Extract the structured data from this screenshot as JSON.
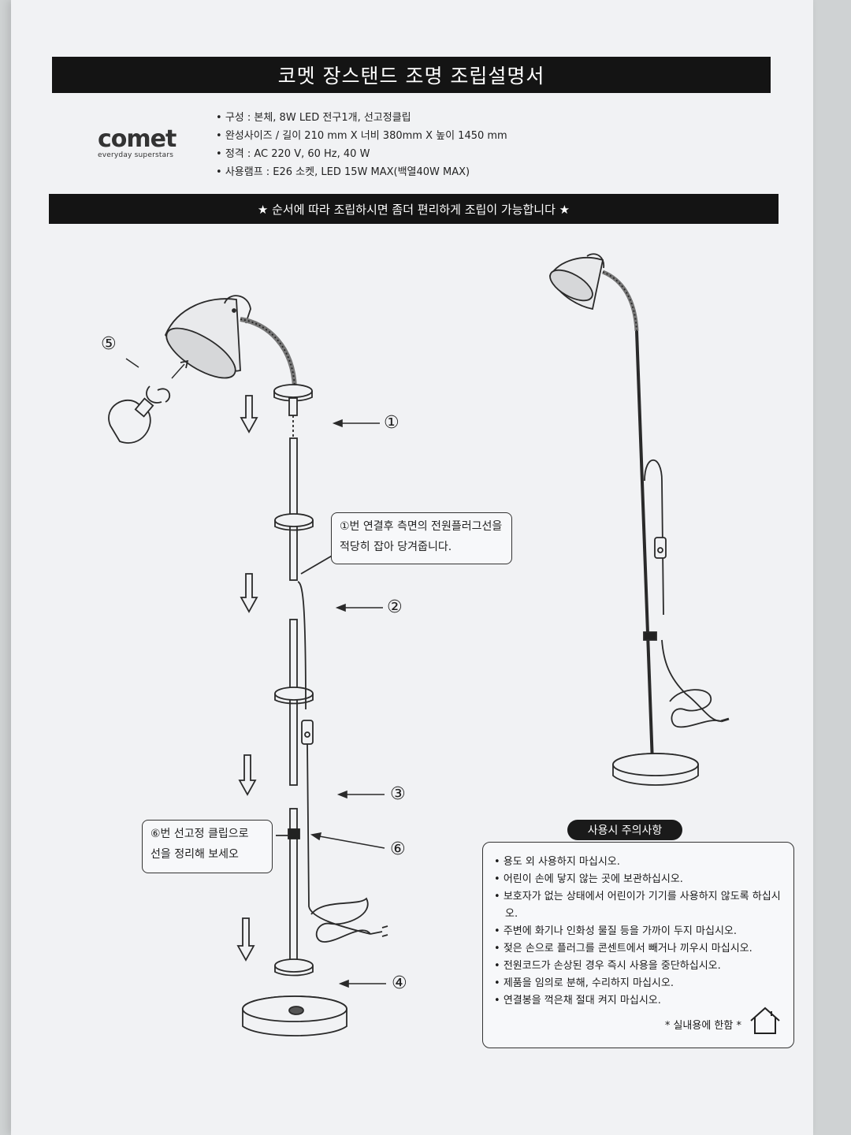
{
  "title": "코멧 장스탠드 조명 조립설명서",
  "brand": {
    "name": "comet",
    "tagline": "everyday superstars"
  },
  "specs": [
    "구성 : 본체, 8W LED 전구1개, 선고정클립",
    "완성사이즈 / 길이 210 mm X 너비 380mm X 높이 1450 mm",
    "정격 : AC 220 V, 60 Hz, 40 W",
    "사용램프 : E26 소켓, LED 15W MAX(백열40W MAX)"
  ],
  "notice": "★ 순서에 따라 조립하시면 좀더 편리하게 조립이 가능합니다 ★",
  "steps": {
    "s1": "①",
    "s2": "②",
    "s3": "③",
    "s4": "④",
    "s5": "⑤",
    "s6": "⑥"
  },
  "callouts": {
    "cord_line1": "①번 연결후 측면의 전원플러그선을",
    "cord_line2": "적당히 잡아 당겨줍니다.",
    "clip_line1": "⑥번 선고정 클립으로",
    "clip_line2": "선을 정리해 보세오"
  },
  "caution": {
    "label": "사용시 주의사항",
    "items": [
      "용도 외 사용하지 마십시오.",
      "어린이 손에 닿지 않는 곳에 보관하십시오.",
      "보호자가 없는 상태에서 어린이가 기기를 사용하지 않도록 하십시오.",
      "주변에 화기나 인화성 물질 등을 가까이 두지 마십시오.",
      "젖은 손으로 플러그를 콘센트에서 빼거나 끼우시 마십시오.",
      "전원코드가 손상된 경우 즉시 사용을 중단하십시오.",
      "제품을 임의로 분해, 수리하지 마십시오.",
      "연결봉을 꺽은채 절대 켜지 마십시오."
    ],
    "indoor_note": "* 실내용에 한함 *"
  },
  "icons": {
    "house": "house-icon",
    "arrow": "arrow-down-icon",
    "bulb": "bulb-icon"
  }
}
